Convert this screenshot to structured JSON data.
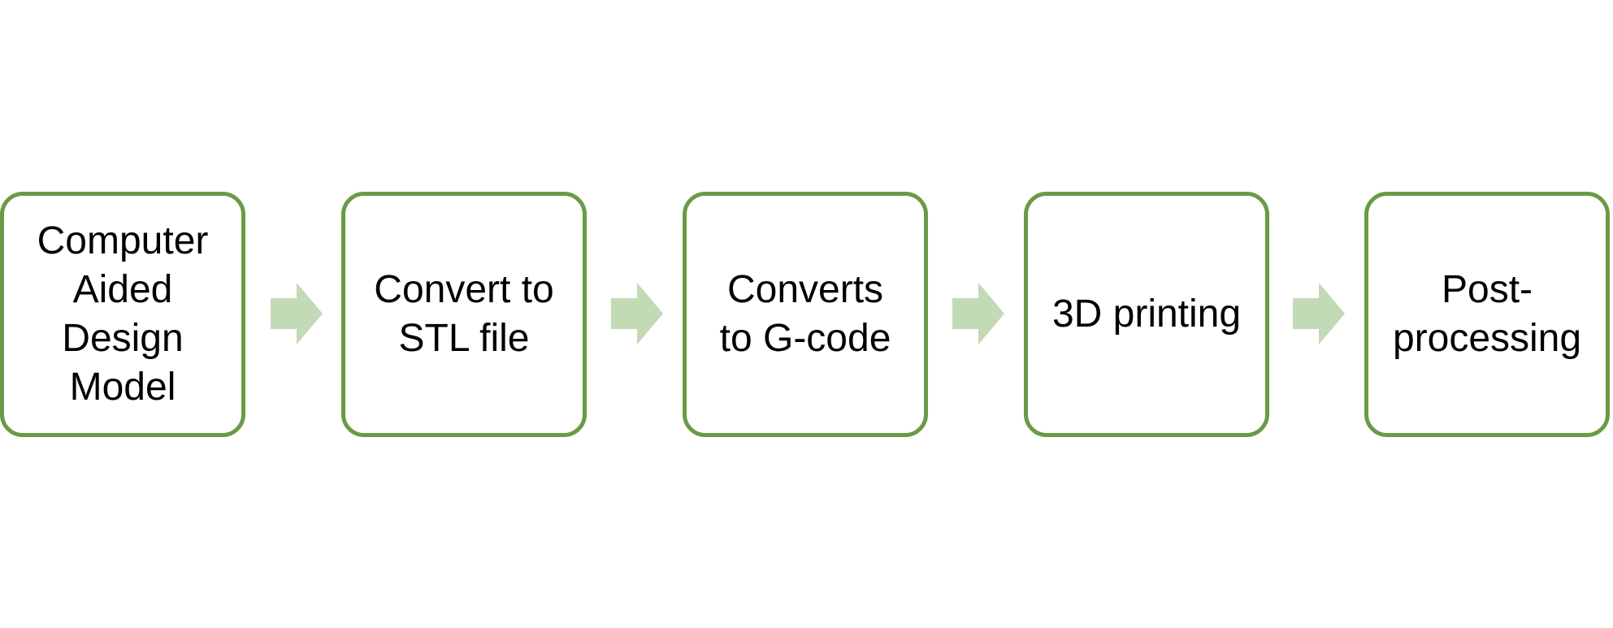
{
  "colors": {
    "box_border": "#6a9a45",
    "arrow_fill": "#c3dab6",
    "text": "#000000",
    "background": "#ffffff"
  },
  "steps": [
    {
      "label": "Computer\nAided\nDesign\nModel"
    },
    {
      "label": "Convert to\nSTL file"
    },
    {
      "label": "Converts\nto G-code"
    },
    {
      "label": "3D printing"
    },
    {
      "label": "Post-\nprocessing"
    }
  ],
  "connector_icon": "right-arrow-icon"
}
